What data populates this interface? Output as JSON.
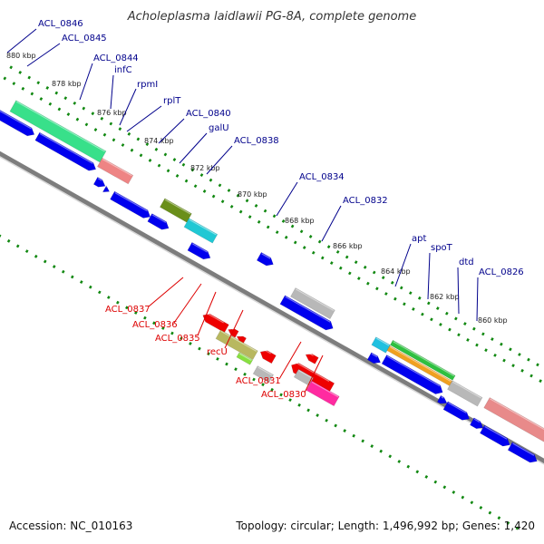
{
  "title": "Acholeplasma laidlawii PG-8A, complete genome",
  "footer": {
    "accession": "Accession: NC_010163",
    "summary": "Topology: circular; Length: 1,496,992 bp; Genes: 1,420"
  },
  "colors": {
    "backbone": "#808080",
    "forward_label": "#00008b",
    "reverse_label": "#dd0000",
    "dots": "#118811"
  },
  "scale_ticks": [
    "880 kbp",
    "878 kbp",
    "876 kbp",
    "874 kbp",
    "872 kbp",
    "870 kbp",
    "868 kbp",
    "866 kbp",
    "864 kbp",
    "862 kbp",
    "860 kbp"
  ],
  "gene_labels_forward": [
    "ACL_0846",
    "ACL_0845",
    "ACL_0844",
    "infC",
    "rpmI",
    "rplT",
    "ACL_0840",
    "galU",
    "ACL_0838",
    "ACL_0834",
    "ACL_0832",
    "apt",
    "spoT",
    "dtd",
    "ACL_0826"
  ],
  "gene_labels_reverse": [
    "ACL_0837",
    "ACL_0836",
    "ACL_0835",
    "recU",
    "ACL_0831",
    "ACL_0830"
  ]
}
